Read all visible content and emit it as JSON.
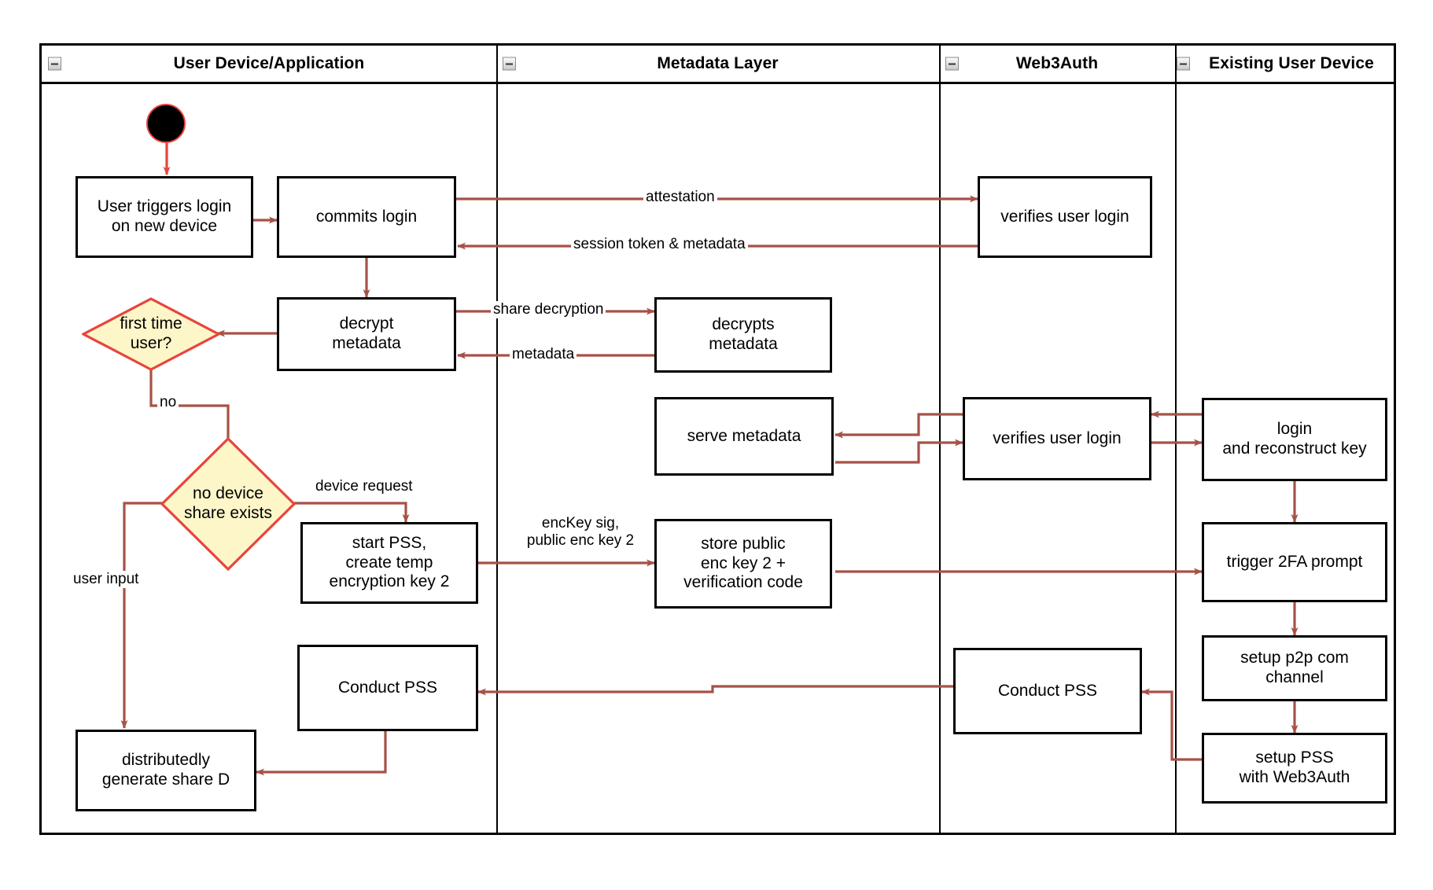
{
  "diagram": {
    "title": "Web3Auth new-device login activity diagram",
    "type": "uml-activity-swimlane",
    "colors": {
      "edge": "#a65247",
      "node_border": "#000000",
      "decision_fill": "#fdf6c9",
      "decision_border": "#e8453c",
      "lane_border": "#000000",
      "background": "#ffffff"
    },
    "lanes": [
      {
        "id": "lane-user-device",
        "label": "User Device/Application",
        "collapse_icon": "collapse-minus-icon"
      },
      {
        "id": "lane-metadata",
        "label": "Metadata Layer",
        "collapse_icon": "collapse-minus-icon"
      },
      {
        "id": "lane-web3auth",
        "label": "Web3Auth",
        "collapse_icon": "collapse-minus-icon"
      },
      {
        "id": "lane-existing",
        "label": "Existing User Device",
        "collapse_icon": "collapse-minus-icon"
      }
    ],
    "nodes": [
      {
        "id": "start",
        "lane": "lane-user-device",
        "shape": "initial-node",
        "label": ""
      },
      {
        "id": "user-triggers",
        "lane": "lane-user-device",
        "shape": "action",
        "label": "User triggers login\non new device"
      },
      {
        "id": "commits-login",
        "lane": "lane-user-device",
        "shape": "action",
        "label": "commits login"
      },
      {
        "id": "decrypt-metadata",
        "lane": "lane-user-device",
        "shape": "action",
        "label": "decrypt\nmetadata"
      },
      {
        "id": "first-time-user",
        "lane": "lane-user-device",
        "shape": "decision",
        "label": "first time\nuser?"
      },
      {
        "id": "no-device-share",
        "lane": "lane-user-device",
        "shape": "decision",
        "label": "no device\nshare exists"
      },
      {
        "id": "start-pss",
        "lane": "lane-user-device",
        "shape": "action",
        "label": "start PSS,\ncreate temp\nencryption key 2"
      },
      {
        "id": "conduct-pss-user",
        "lane": "lane-user-device",
        "shape": "action",
        "label": "Conduct PSS"
      },
      {
        "id": "generate-share-d",
        "lane": "lane-user-device",
        "shape": "action",
        "label": "distributedly\ngenerate share D"
      },
      {
        "id": "decrypts-metadata",
        "lane": "lane-metadata",
        "shape": "action",
        "label": "decrypts\nmetadata"
      },
      {
        "id": "serve-metadata",
        "lane": "lane-metadata",
        "shape": "action",
        "label": "serve metadata"
      },
      {
        "id": "store-public-key",
        "lane": "lane-metadata",
        "shape": "action",
        "label": "store public\nenc key 2 +\nverification code"
      },
      {
        "id": "verifies-login-1",
        "lane": "lane-web3auth",
        "shape": "action",
        "label": "verifies user login"
      },
      {
        "id": "verifies-login-2",
        "lane": "lane-web3auth",
        "shape": "action",
        "label": "verifies user login"
      },
      {
        "id": "conduct-pss-web3",
        "lane": "lane-web3auth",
        "shape": "action",
        "label": "Conduct PSS"
      },
      {
        "id": "login-reconstruct",
        "lane": "lane-existing",
        "shape": "action",
        "label": "login\nand reconstruct key"
      },
      {
        "id": "trigger-2fa",
        "lane": "lane-existing",
        "shape": "action",
        "label": "trigger 2FA prompt"
      },
      {
        "id": "setup-p2p",
        "lane": "lane-existing",
        "shape": "action",
        "label": "setup p2p com\nchannel"
      },
      {
        "id": "setup-pss-web3auth",
        "lane": "lane-existing",
        "shape": "action",
        "label": "setup PSS\nwith Web3Auth"
      }
    ],
    "edge_labels": [
      {
        "id": "label-attestation",
        "text": "attestation"
      },
      {
        "id": "label-session-token",
        "text": "session token & metadata"
      },
      {
        "id": "label-share-decryption",
        "text": "share decryption"
      },
      {
        "id": "label-metadata",
        "text": "metadata"
      },
      {
        "id": "label-no",
        "text": "no"
      },
      {
        "id": "label-user-input",
        "text": "user input"
      },
      {
        "id": "label-device-request",
        "text": "device request"
      },
      {
        "id": "label-enckey-sig",
        "text": "encKey sig,\npublic enc key 2"
      }
    ]
  }
}
